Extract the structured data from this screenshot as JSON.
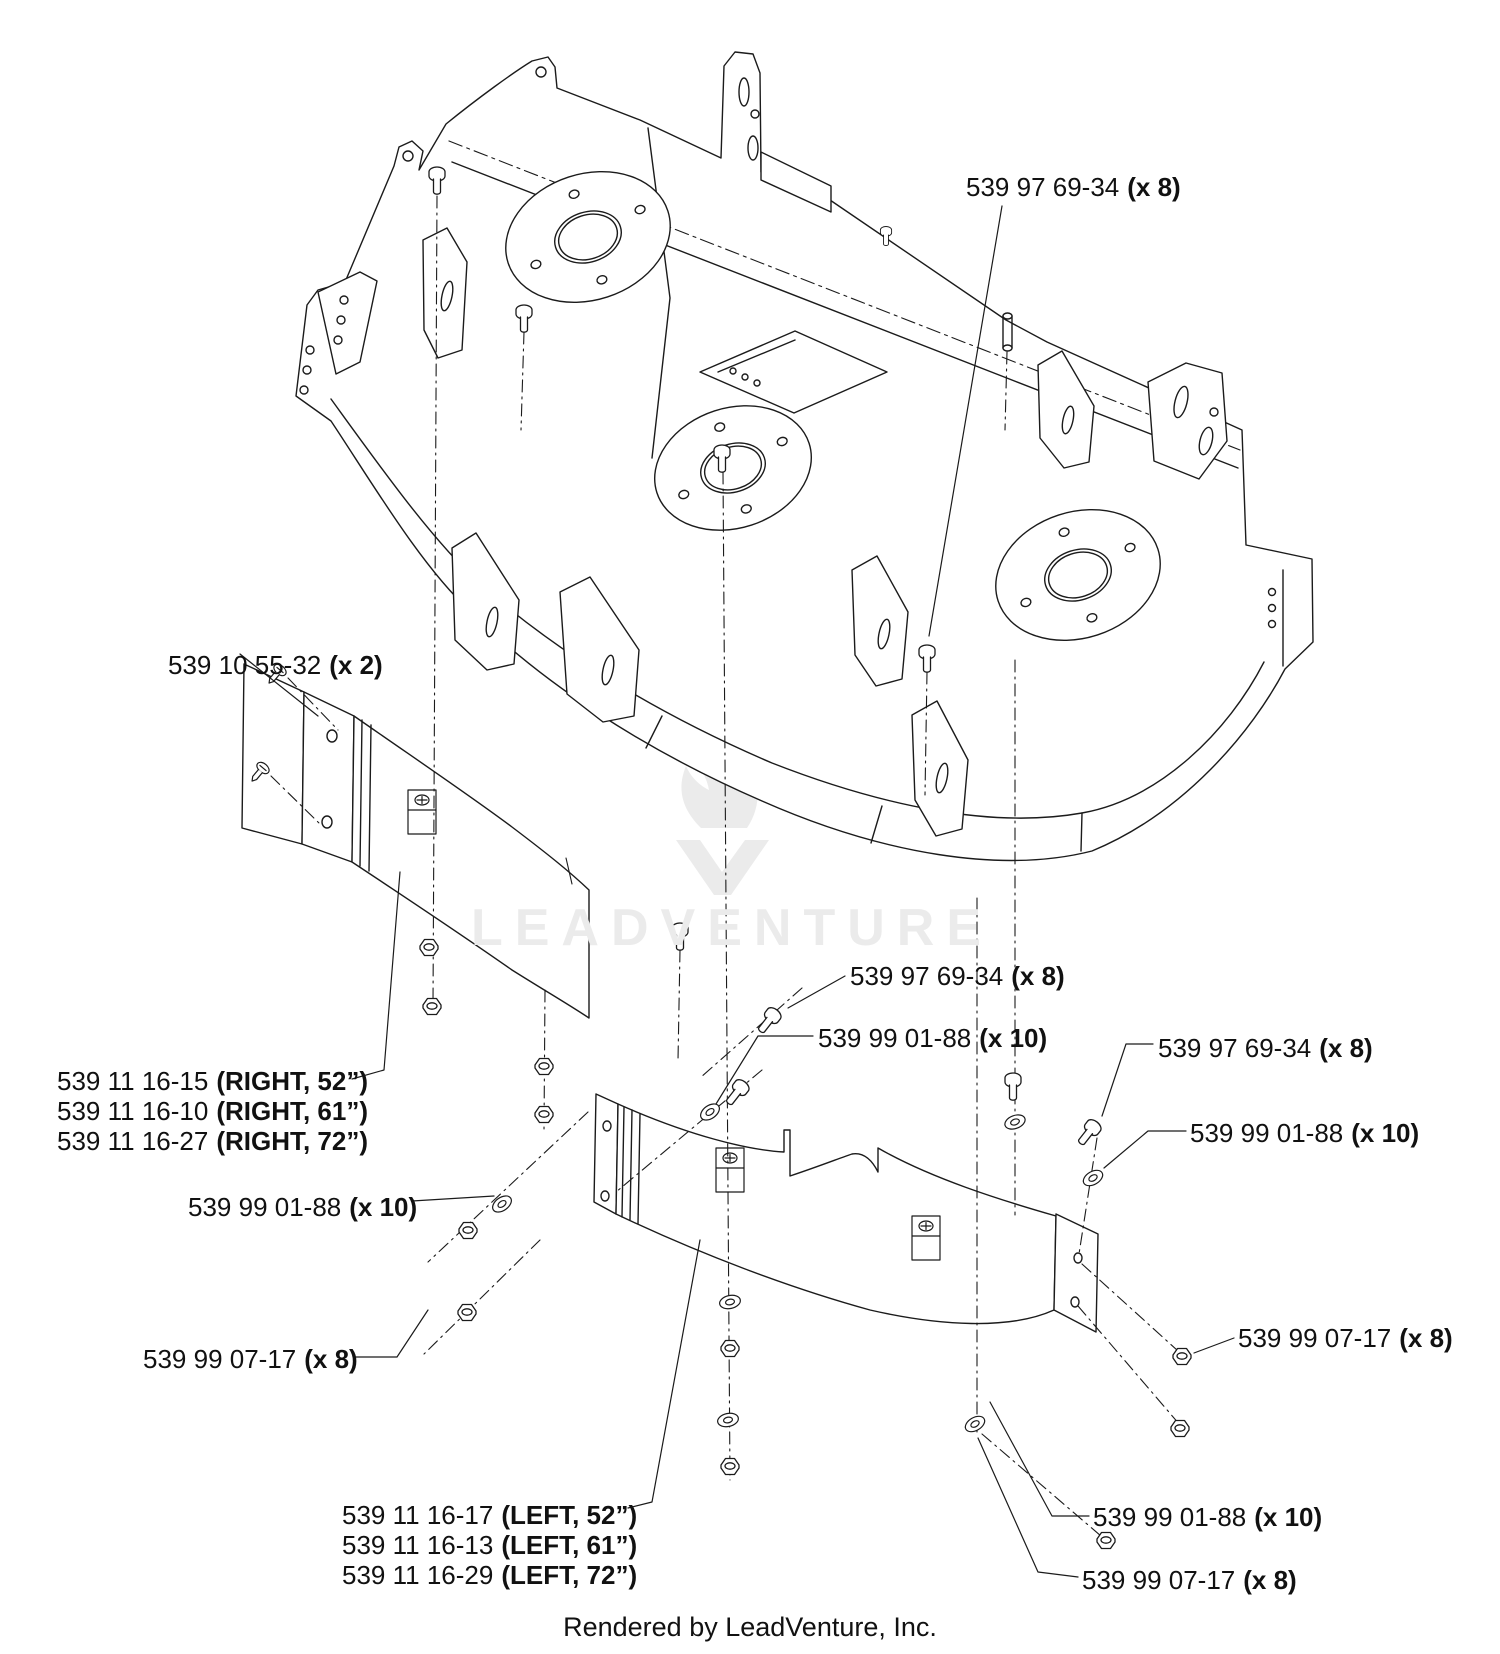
{
  "watermark": {
    "text": "LEADVENTURE"
  },
  "footer": {
    "text": "Rendered by LeadVenture, Inc."
  },
  "colors": {
    "line": "#1b1b1b",
    "watermark": "#ebebeb"
  },
  "callouts": {
    "deck_bolt_top": {
      "num": "539 97 69-34",
      "qty": "(x 8)"
    },
    "screws_left": {
      "num": "539 10 55-32",
      "qty": "(x 2)"
    },
    "baffle_right_variants": [
      {
        "num": "539 11 16-15",
        "variant": "(RIGHT, 52”)"
      },
      {
        "num": "539 11 16-10",
        "variant": "(RIGHT, 61”)"
      },
      {
        "num": "539 11 16-27",
        "variant": "(RIGHT, 72”)"
      }
    ],
    "washer_left": {
      "num": "539 99 01-88",
      "qty": "(x 10)"
    },
    "nut_left": {
      "num": "539 99 07-17",
      "qty": "(x 8)"
    },
    "bolt_mid": {
      "num": "539 97 69-34",
      "qty": "(x 8)"
    },
    "washer_mid": {
      "num": "539 99 01-88",
      "qty": "(x 10)"
    },
    "bolt_right": {
      "num": "539 97 69-34",
      "qty": "(x 8)"
    },
    "washer_right": {
      "num": "539 99 01-88",
      "qty": "(x 10)"
    },
    "nut_right": {
      "num": "539 99 07-17",
      "qty": "(x 8)"
    },
    "baffle_left_variants": [
      {
        "num": "539 11 16-17",
        "variant": "(LEFT, 52”)"
      },
      {
        "num": "539 11 16-13",
        "variant": "(LEFT, 61”)"
      },
      {
        "num": "539 11 16-29",
        "variant": "(LEFT, 72”)"
      }
    ],
    "washer_bottom_right": {
      "num": "539 99 01-88",
      "qty": "(x 10)"
    },
    "nut_bottom_right": {
      "num": "539 99 07-17",
      "qty": "(x 8)"
    }
  }
}
